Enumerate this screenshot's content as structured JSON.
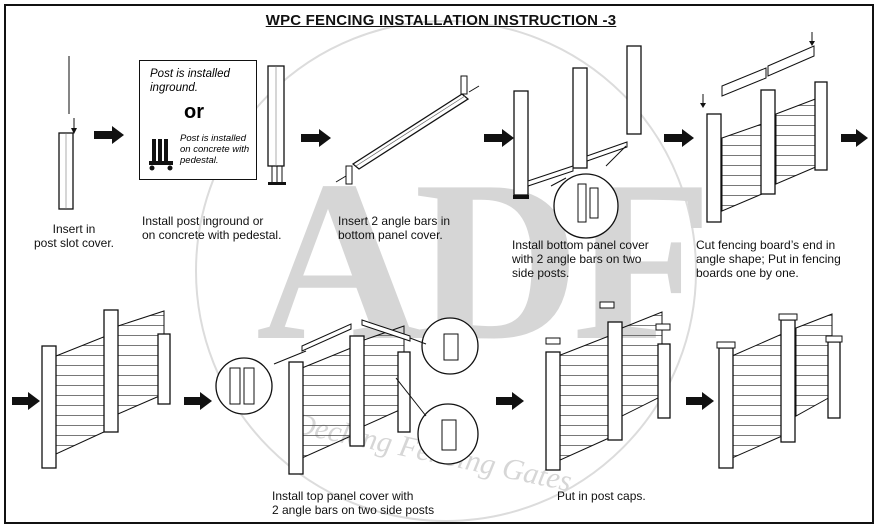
{
  "title": "WPC FENCING INSTALLATION INSTRUCTION -3",
  "steps": [
    {
      "caption": "Insert in\npost slot cover."
    },
    {
      "caption": "Install post inground or\non concrete with pedestal."
    },
    {
      "caption": "Insert 2 angle bars in\nbottom panel cover."
    },
    {
      "caption": "Install bottom panel cover\nwith 2 angle bars on two\nside posts."
    },
    {
      "caption": "Cut fencing board’s end in\nangle shape; Put in fencing\nboards one by one."
    },
    {
      "caption": "Install top panel cover with\n2 angle bars on two side posts"
    },
    {
      "caption": "Put in post caps."
    }
  ],
  "note": {
    "line_a": "Post is installed\ninground.",
    "or_label": "or",
    "line_b": "Post is installed\non concrete with\npedestal."
  },
  "watermark": {
    "logo": "ADF",
    "text": "Decking Fencing Gates"
  }
}
